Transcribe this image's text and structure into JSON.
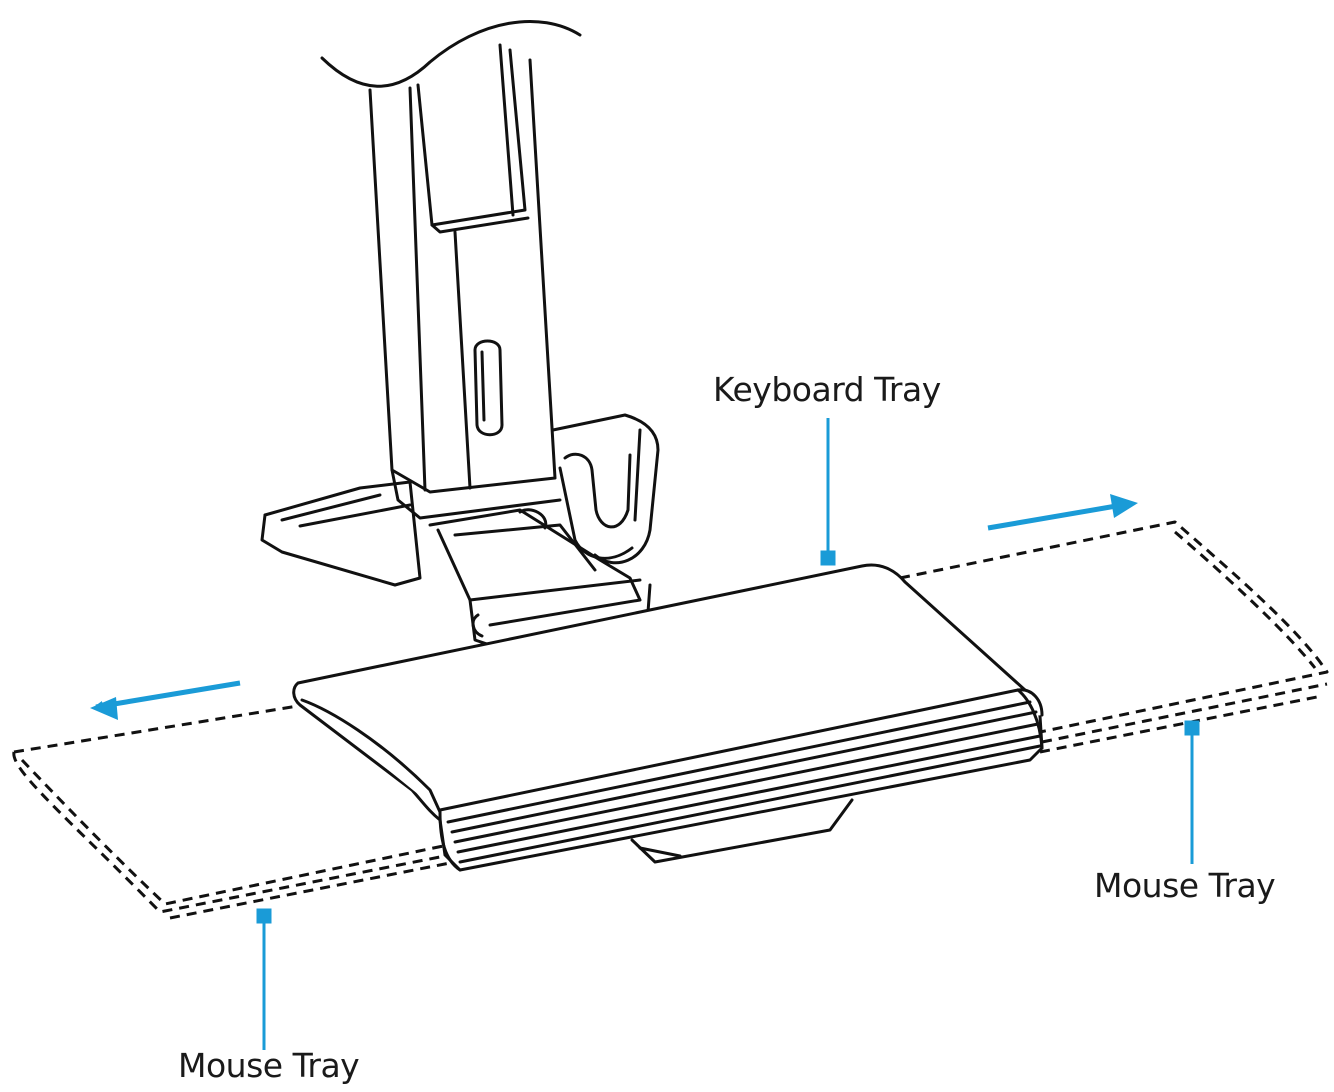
{
  "colors": {
    "line": "#111111",
    "accent": "#1a9bd7",
    "background": "#ffffff"
  },
  "labels": {
    "keyboard_tray": "Keyboard Tray",
    "mouse_tray_right": "Mouse Tray",
    "mouse_tray_left": "Mouse Tray"
  }
}
